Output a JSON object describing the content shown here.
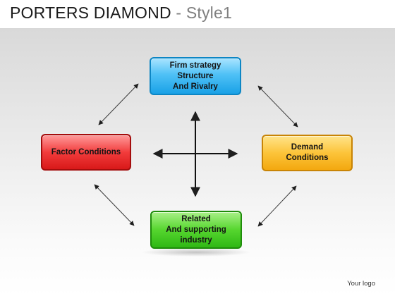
{
  "title": {
    "main": "PORTERS DIAMOND",
    "separator": " - ",
    "sub": "Style1"
  },
  "nodes": {
    "top": {
      "label": "Firm strategy\nStructure\nAnd Rivalry",
      "color": "#29abe2"
    },
    "left": {
      "label": "Factor Conditions",
      "color": "#e52222"
    },
    "right": {
      "label": "Demand\nConditions",
      "color": "#f7b320"
    },
    "bottom": {
      "label": "Related\nAnd supporting\nindustry",
      "color": "#3cc41d"
    }
  },
  "footer": {
    "logo": "Your logo"
  }
}
